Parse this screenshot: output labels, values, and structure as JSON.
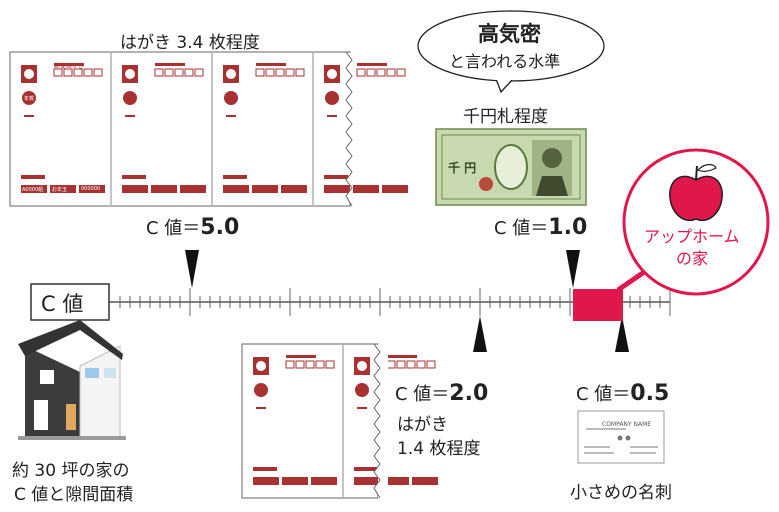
{
  "postcard_wide": {
    "label": "はがき 3.4 枚程度",
    "c_value": "C 値＝",
    "c_number": "5.0"
  },
  "banknote": {
    "label": "千円札程度",
    "c_value": "C 値＝",
    "c_number": "1.0",
    "bubble_title": "高気密",
    "bubble_sub": "と言われる水準",
    "note_text": "千 円"
  },
  "axis": {
    "title": "C 値"
  },
  "postcard_narrow": {
    "label_line1": "はがき",
    "label_line2": "1.4 枚程度",
    "c_value": "C 値＝",
    "c_number": "2.0"
  },
  "business_card": {
    "label": "小さめの名刺",
    "c_value": "C 値＝",
    "c_number": "0.5",
    "company": "COMPANY NAME"
  },
  "house": {
    "label_line1": "約 30 坪の家の",
    "label_line2": "C 値と隙間面積"
  },
  "apple_home": {
    "label_line1": "アップホーム",
    "label_line2": "の家"
  },
  "postcard_text": {
    "postal": "郵便はがき",
    "stamp": "年賀",
    "bottom": [
      "A0000組",
      "お年玉",
      "000000"
    ]
  },
  "colors": {
    "brand": "#e0174a",
    "postcard": "#a83232",
    "note": "#8fae6d"
  }
}
